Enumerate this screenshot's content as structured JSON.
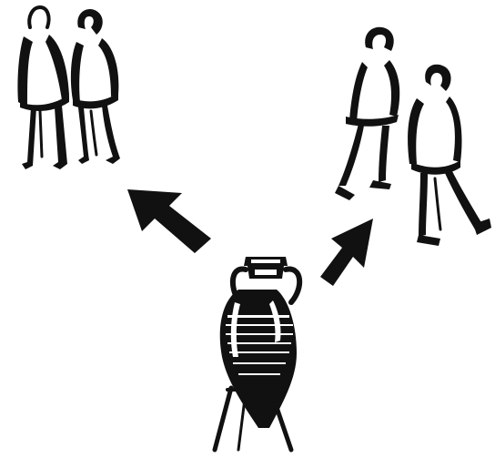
{
  "scene": {
    "background": "#ffffff",
    "ink_color": "#111111",
    "groups": [
      {
        "id": "left-pair",
        "figure_count": 2,
        "direction": "up-left"
      },
      {
        "id": "right-pair",
        "figure_count": 2,
        "direction": "up-right"
      }
    ],
    "source_object": "amphora-on-stand"
  }
}
